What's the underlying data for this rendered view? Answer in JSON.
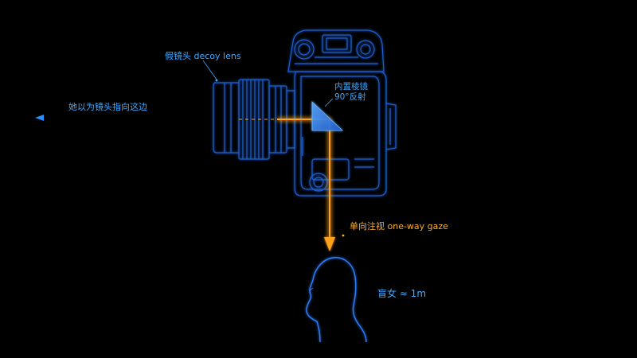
{
  "labels": {
    "decoy_lens": "假镜头 decoy lens",
    "pointing": "她以为镜头指向这边",
    "prism_line1": "内置棱镜",
    "prism_line2": "90°反射",
    "gaze": "单向注视 one-way gaze",
    "person": "盲女 ≈ 1m"
  },
  "colors": {
    "background": "#000000",
    "camera_outline": "#1b5fd0",
    "label_blue": "#3da9ff",
    "beam_orange": "#ffa11a",
    "prism": "#2f7fe6"
  }
}
